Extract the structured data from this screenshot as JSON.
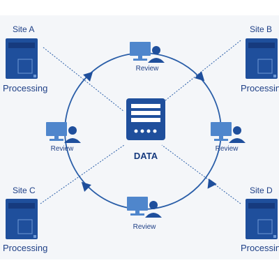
{
  "colors": {
    "primary": "#2156a5",
    "dark": "#163a7e",
    "light": "#5a8ed0",
    "line": "#2a5ea8"
  },
  "center": {
    "label": "DATA",
    "icon": "database-server-icon"
  },
  "sites": [
    {
      "name": "Site A",
      "role": "Processing"
    },
    {
      "name": "Site B",
      "role": "Processin"
    },
    {
      "name": "Site C",
      "role": "Processing"
    },
    {
      "name": "Site D",
      "role": "Processin"
    }
  ],
  "review_nodes": [
    {
      "label": "Review"
    },
    {
      "label": "Review"
    },
    {
      "label": "Review"
    },
    {
      "label": "Review"
    }
  ]
}
